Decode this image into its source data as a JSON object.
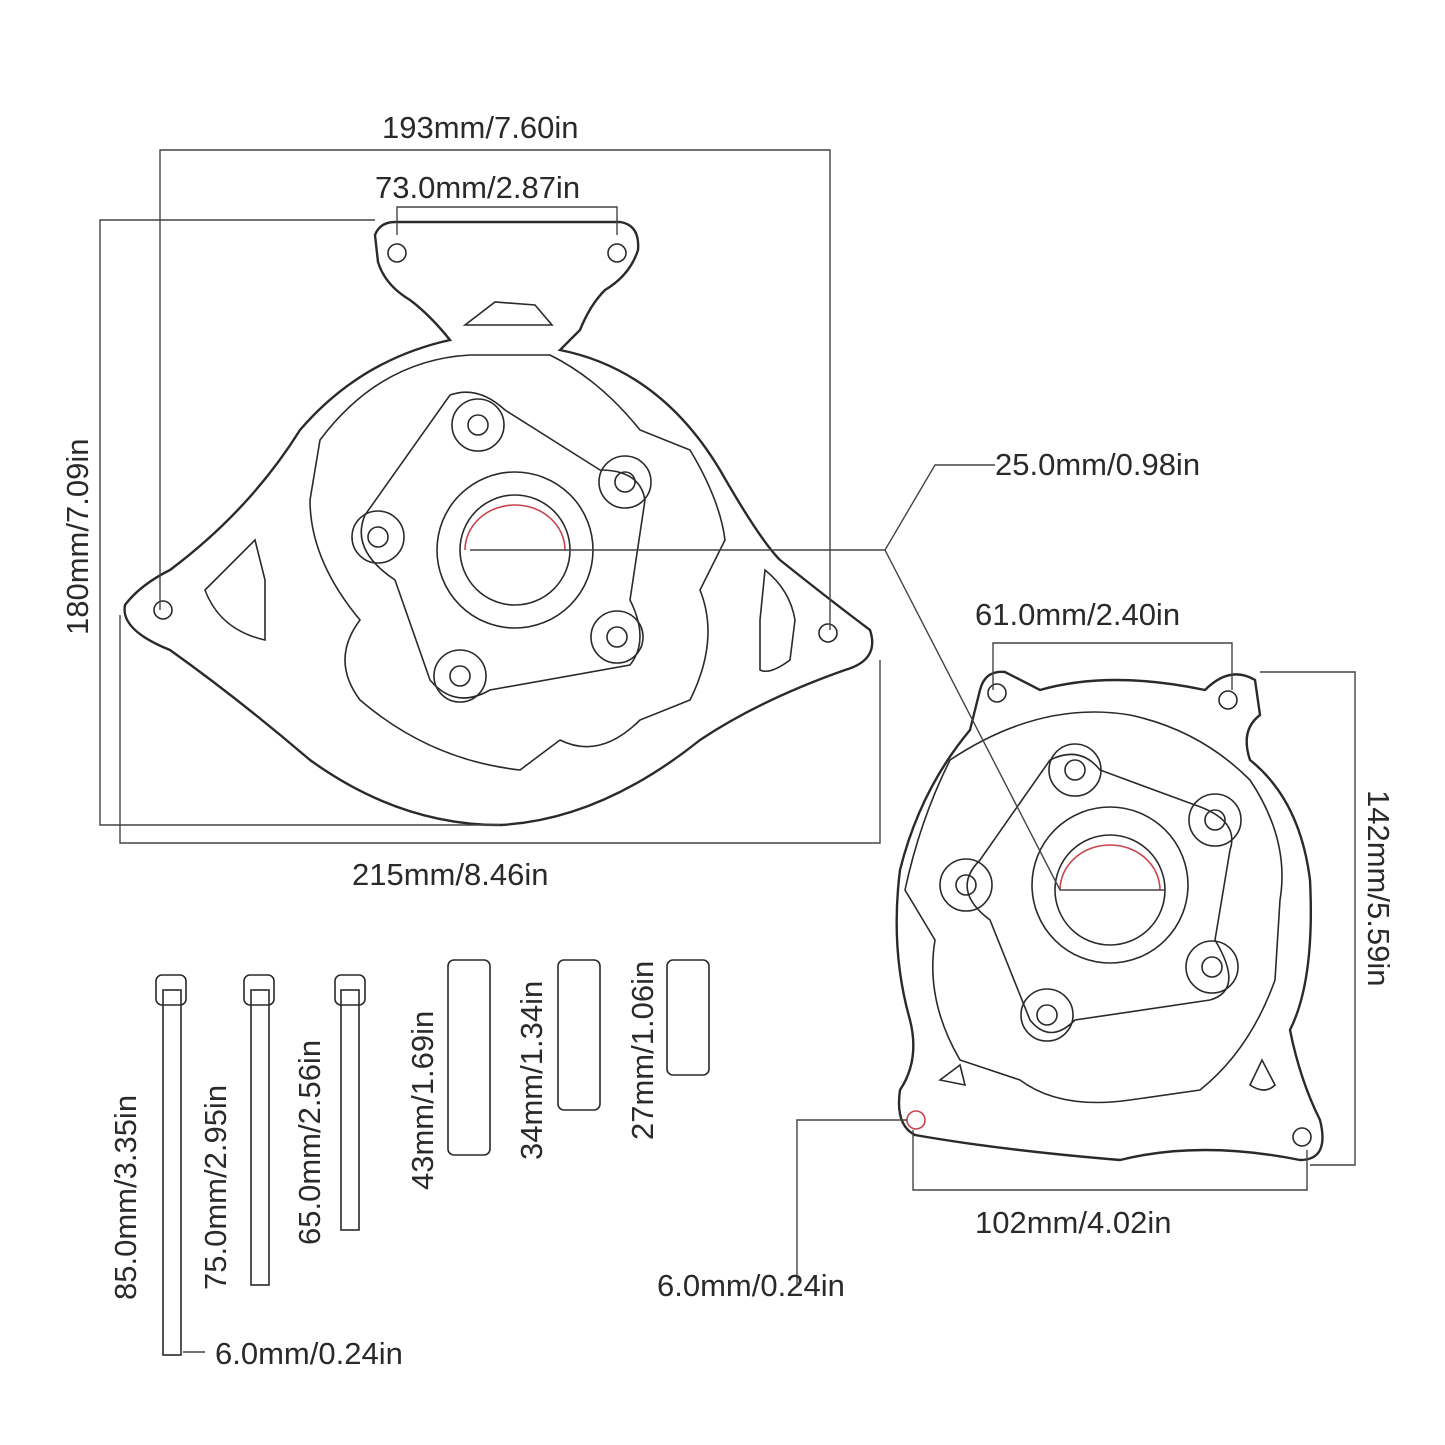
{
  "frame_cover": {
    "width_holes": "193mm/7.60in",
    "top_tab_holes": "73.0mm/2.87in",
    "height": "180mm/7.09in",
    "overall_width": "215mm/8.46in"
  },
  "center_bore": "25.0mm/0.98in",
  "engine_cover": {
    "top_holes": "61.0mm/2.40in",
    "height": "142mm/5.59in",
    "bottom_holes": "102mm/4.02in",
    "hole_diameter": "6.0mm/0.24in"
  },
  "spacers": {
    "items": [
      "85.0mm/3.35in",
      "75.0mm/2.95in",
      "65.0mm/2.56in",
      "43mm/1.69in",
      "34mm/1.34in",
      "27mm/1.06in"
    ],
    "bolt_diameter": "6.0mm/0.24in"
  },
  "colors": {
    "line": "#2a2a2a",
    "highlight": "#c8444a"
  }
}
